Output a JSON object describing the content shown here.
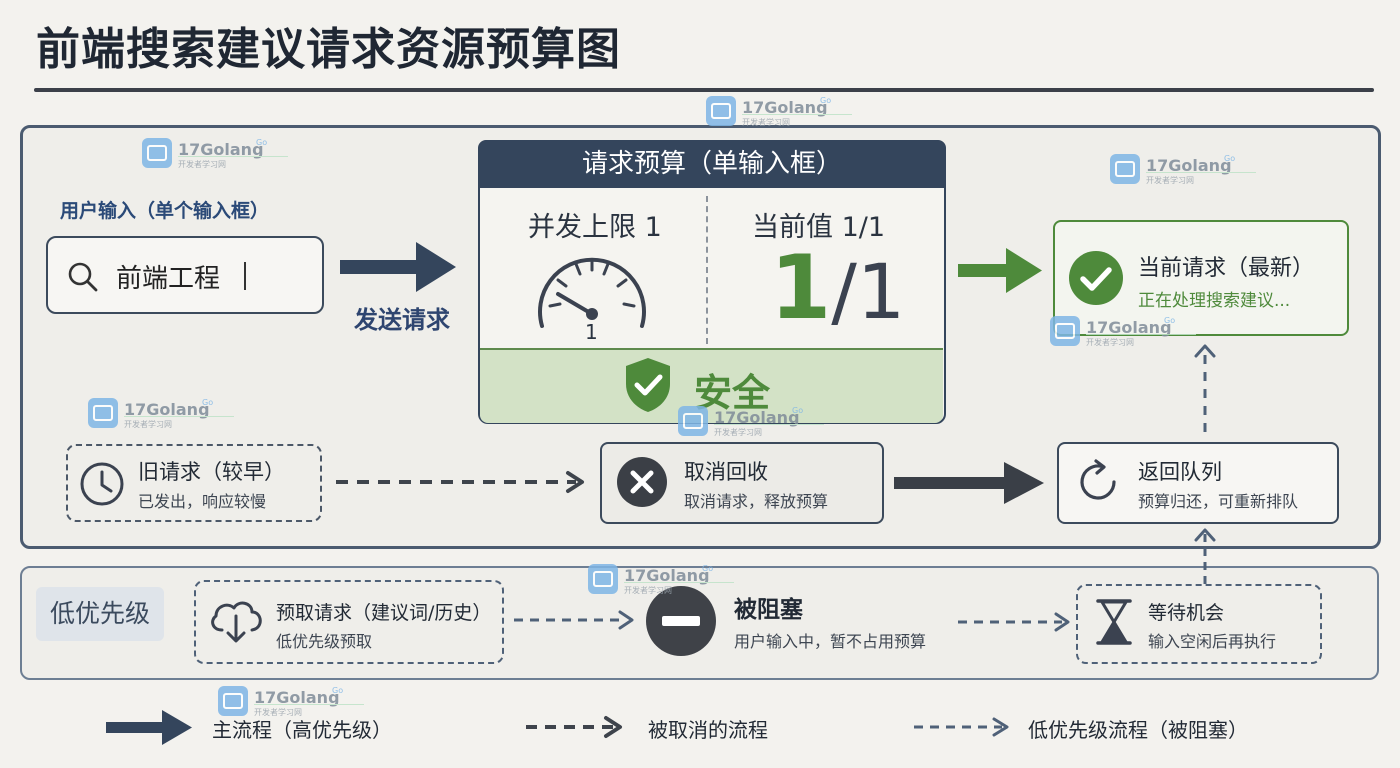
{
  "title": "前端搜索建议请求资源预算图",
  "watermark": {
    "name": "17Golang",
    "badge": "Go",
    "sub": "开发者学习网"
  },
  "user_input": {
    "label": "用户输入（单个输入框）",
    "search_value": "前端工程",
    "send_label": "发送请求"
  },
  "budget": {
    "header": "请求预算（单输入框）",
    "limit_label": "并发上限 1",
    "gauge_value": "1",
    "current_label": "当前值 1/1",
    "current_big": "1",
    "current_rest": "/1",
    "status": "安全"
  },
  "current_request": {
    "title": "当前请求（最新）",
    "subtitle": "正在处理搜索建议..."
  },
  "old_request": {
    "title": "旧请求（较早）",
    "subtitle": "已发出，响应较慢"
  },
  "cancel": {
    "title": "取消回收",
    "subtitle": "取消请求，释放预算"
  },
  "return_queue": {
    "title": "返回队列",
    "subtitle": "预算归还，可重新排队"
  },
  "low_priority": {
    "tag": "低优先级",
    "prefetch": {
      "title": "预取请求（建议词/历史）",
      "subtitle": "低优先级预取"
    },
    "blocked": {
      "title": "被阻塞",
      "subtitle": "用户输入中，暂不占用预算"
    },
    "wait": {
      "title": "等待机会",
      "subtitle": "输入空闲后再执行"
    }
  },
  "legend": {
    "main": "主流程（高优先级）",
    "cancelled": "被取消的流程",
    "low": "低优先级流程（被阻塞）"
  },
  "colors": {
    "navy": "#34455c",
    "green": "#4e8a3b",
    "safe_bg": "#d3e2c6",
    "dark_arrow": "#3a3f47"
  }
}
